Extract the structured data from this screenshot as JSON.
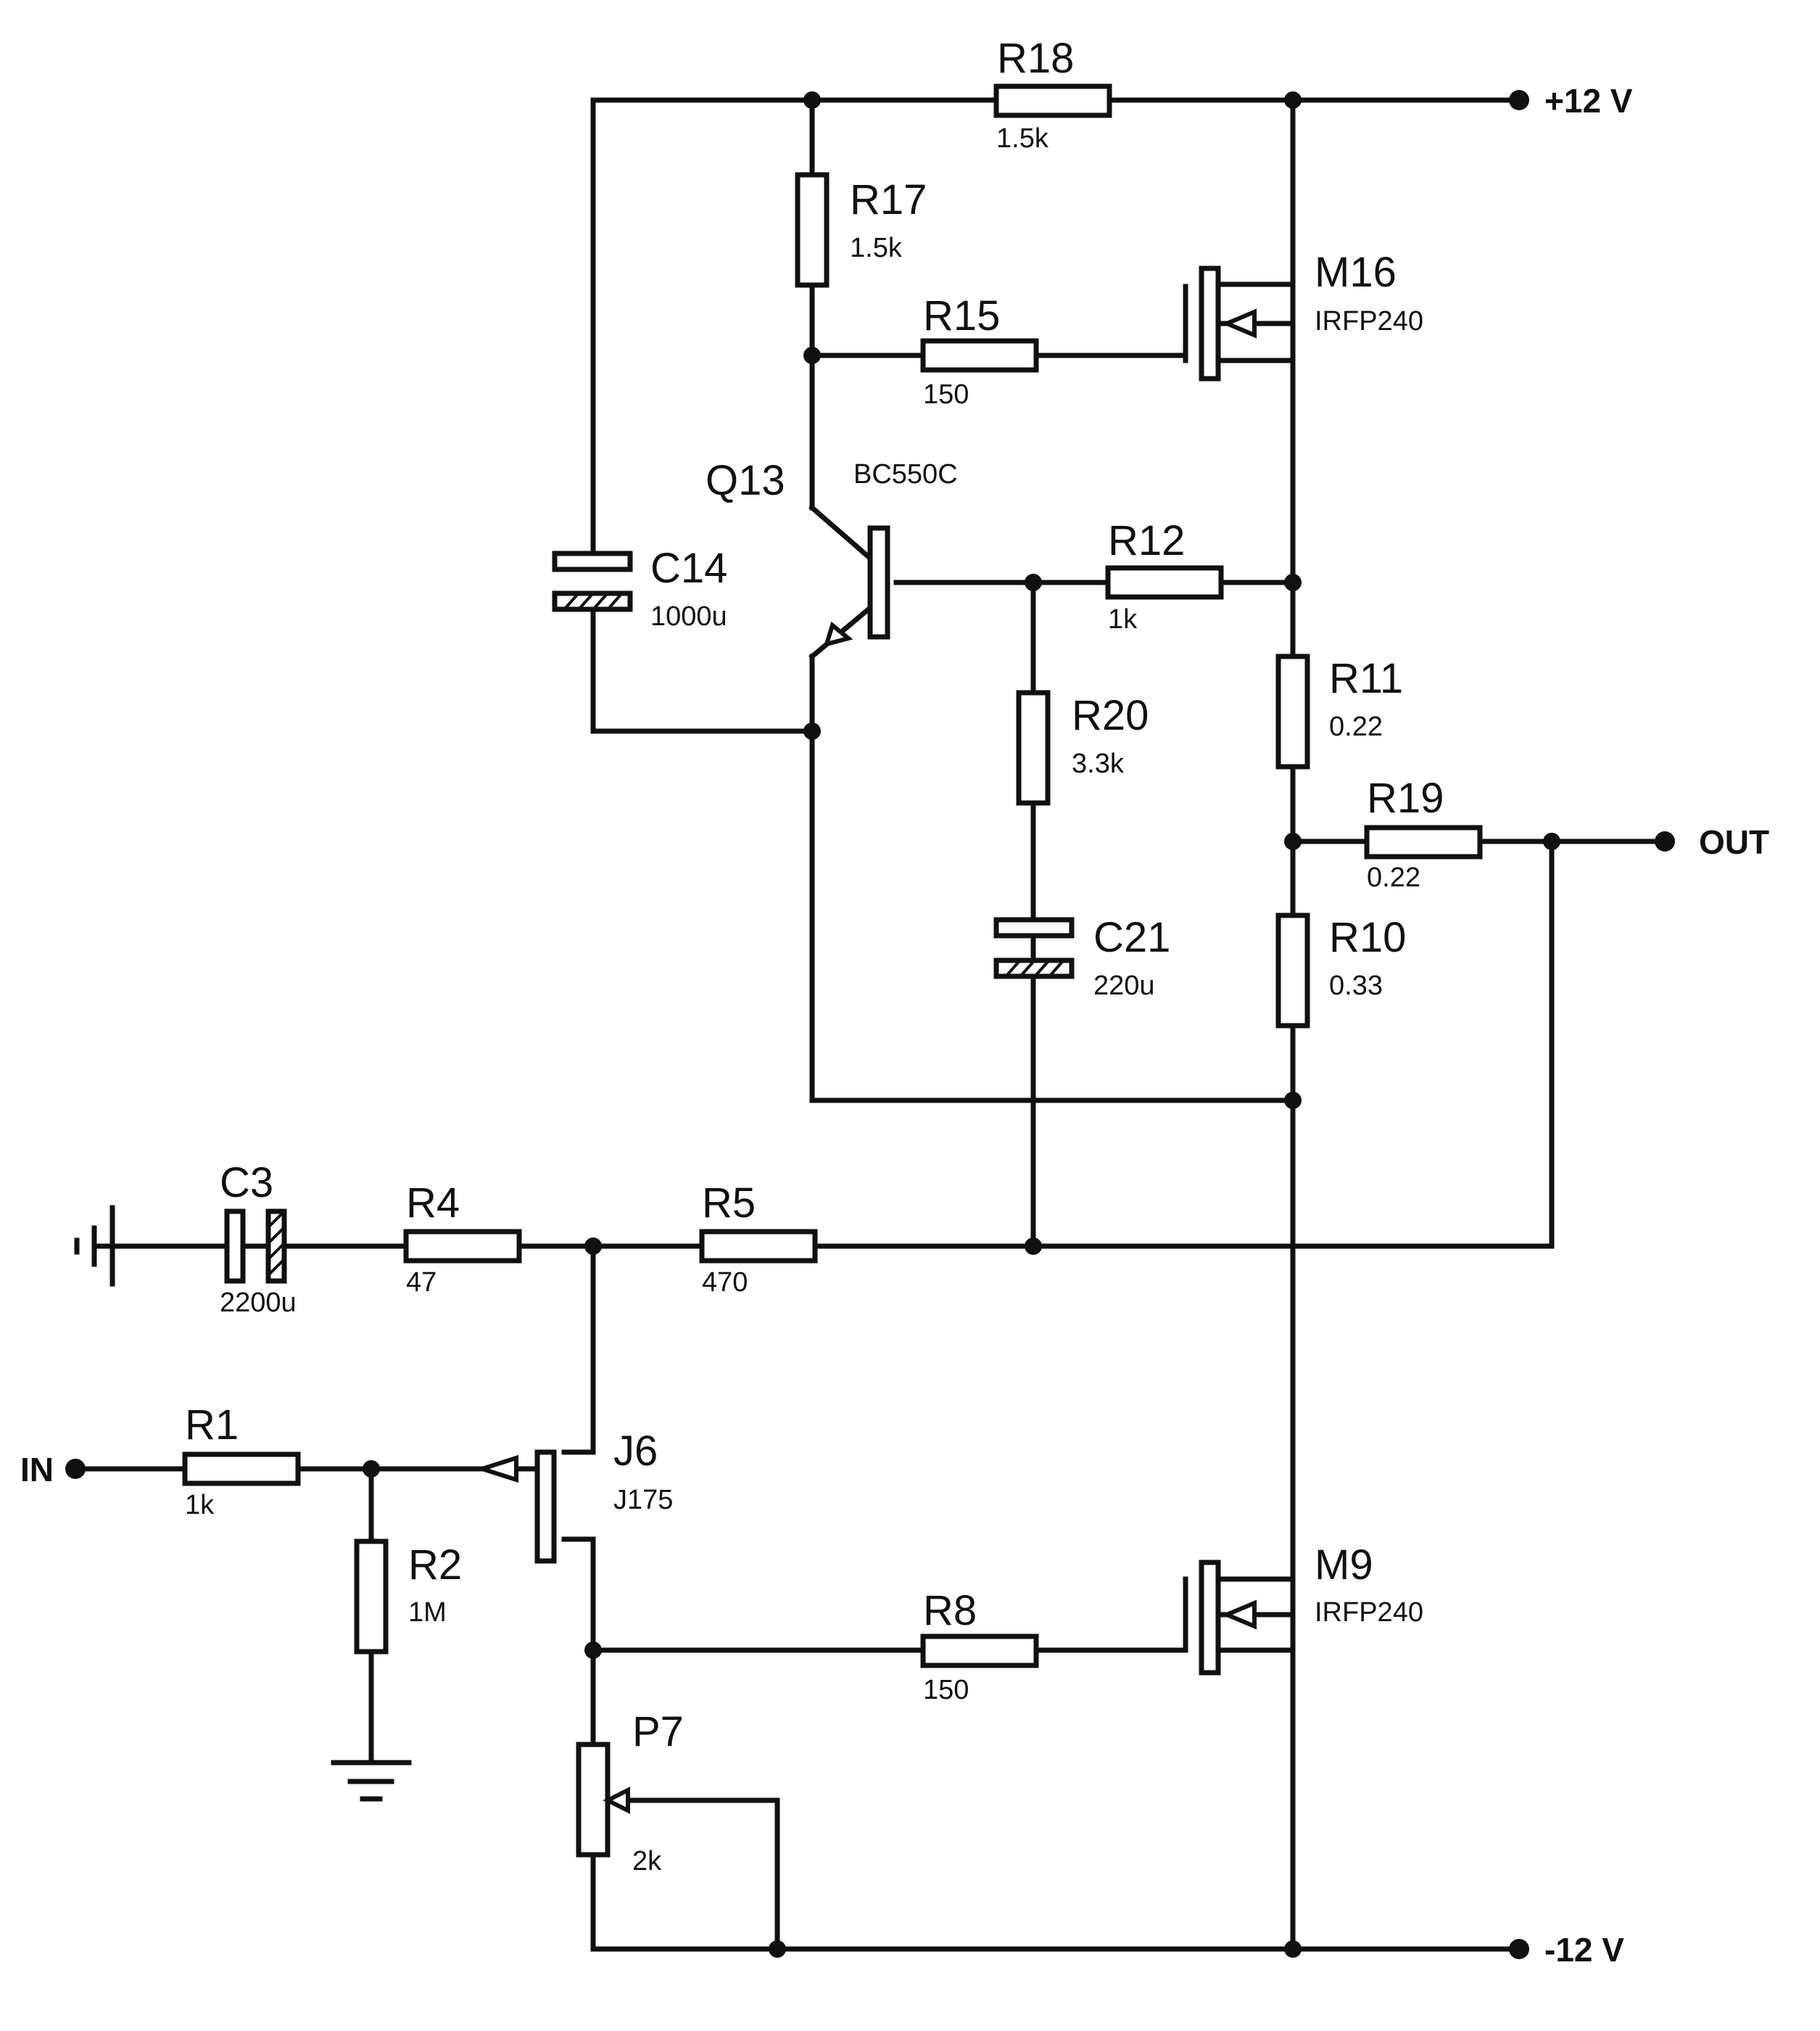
{
  "components": {
    "R18": {
      "ref": "R18",
      "value": "1.5k"
    },
    "R17": {
      "ref": "R17",
      "value": "1.5k"
    },
    "R15": {
      "ref": "R15",
      "value": "150"
    },
    "M16": {
      "ref": "M16",
      "value": "IRFP240"
    },
    "Q13": {
      "ref": "Q13",
      "value": "BC550C"
    },
    "C14": {
      "ref": "C14",
      "value": "1000u"
    },
    "R12": {
      "ref": "R12",
      "value": "1k"
    },
    "R11": {
      "ref": "R11",
      "value": "0.22"
    },
    "R20": {
      "ref": "R20",
      "value": "3.3k"
    },
    "R19": {
      "ref": "R19",
      "value": "0.22"
    },
    "C21": {
      "ref": "C21",
      "value": "220u"
    },
    "R10": {
      "ref": "R10",
      "value": "0.33"
    },
    "C3": {
      "ref": "C3",
      "value": "2200u"
    },
    "R4": {
      "ref": "R4",
      "value": "47"
    },
    "R5": {
      "ref": "R5",
      "value": "470"
    },
    "R1": {
      "ref": "R1",
      "value": "1k"
    },
    "J6": {
      "ref": "J6",
      "value": "J175"
    },
    "R2": {
      "ref": "R2",
      "value": "1M"
    },
    "M9": {
      "ref": "M9",
      "value": "IRFP240"
    },
    "R8": {
      "ref": "R8",
      "value": "150"
    },
    "P7": {
      "ref": "P7",
      "value": "2k"
    }
  },
  "ports": {
    "vpos": "+12 V",
    "vneg": "-12 V",
    "out": "OUT",
    "in": "IN"
  }
}
